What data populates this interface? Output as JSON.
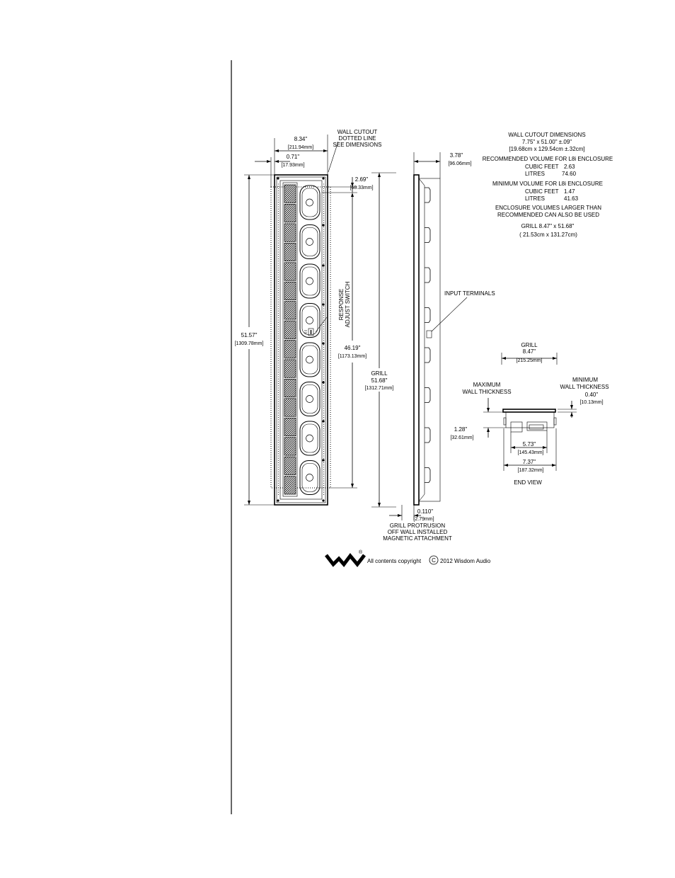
{
  "labels": {
    "wall_cutout_callout": [
      "WALL CUTOUT",
      "DOTTED LINE",
      "SEE DIMENSIONS"
    ],
    "width_in": "8.34\"",
    "width_mm": "[211.94mm]",
    "offset_in": "0.71\"",
    "offset_mm": "[17.93mm]",
    "top_in": "2.69\"",
    "top_mm": "[68.33mm]",
    "height_in": "51.57\"",
    "height_mm": "[1309.78mm]",
    "response_switch": [
      "RESPONSE",
      "ADJUST SWITCH"
    ],
    "inner_height_in": "46.19\"",
    "inner_height_mm": "[1173.13mm]",
    "grill_label": "GRILL",
    "grill_height_in": "51.68\"",
    "grill_height_mm": "[1312.71mm]",
    "depth_in": "3.78\"",
    "depth_mm": "[96.06mm]",
    "protrusion_in": "0.110\"",
    "protrusion_mm": "[2.79mm]",
    "protrusion_note": [
      "GRILL PROTRUSION",
      "OFF WALL INSTALLED",
      "MAGNETIC ATTACHMENT"
    ],
    "input_terminals": "INPUT TERMINALS"
  },
  "specs": {
    "cutout_title": "WALL CUTOUT DIMENSIONS",
    "cutout_in": "7.75\" x 51.00\" ±.09\"",
    "cutout_cm": "[19.68cm x 129.54cm ±.32cm]",
    "recommended_title": "RECOMMENDED VOLUME FOR L8i ENCLOSURE",
    "rec_cubic_label": "CUBIC FEET",
    "rec_cubic_value": "2.63",
    "rec_litres_label": "LITRES",
    "rec_litres_value": "74.60",
    "minimum_title": "MINIMUM VOLUME FOR L8i ENCLOSURE",
    "min_cubic_label": "CUBIC FEET",
    "min_cubic_value": "1.47",
    "min_litres_label": "LITRES",
    "min_litres_value": "41.63",
    "larger_note_1": "ENCLOSURE VOLUMES LARGER THAN",
    "larger_note_2": "RECOMMENDED CAN ALSO BE USED",
    "grill_size_in": "GRILL   8.47\" x 51.68\"",
    "grill_size_cm": "( 21.53cm x 131.27cm)"
  },
  "end_view": {
    "grill_label": "GRILL",
    "grill_in": "8.47\"",
    "grill_mm": "[215.25mm]",
    "max_wall": [
      "MAXIMUM",
      "WALL THICKNESS"
    ],
    "min_wall": [
      "MINIMUM",
      "WALL THICKNESS"
    ],
    "min_in": "0.40\"",
    "min_mm": "[10.13mm]",
    "max_in": "1.28\"",
    "max_mm": "[32.61mm]",
    "inner_in": "5.73\"",
    "inner_mm": "[145.43mm]",
    "outer_in": "7.37\"",
    "outer_mm": "[187.32mm]",
    "title": "END VIEW"
  },
  "footer": {
    "copyright_pre": "All contents copyright",
    "copyright_symbol": "C",
    "copyright_post": "2012 Wisdom Audio",
    "registered": "®"
  }
}
